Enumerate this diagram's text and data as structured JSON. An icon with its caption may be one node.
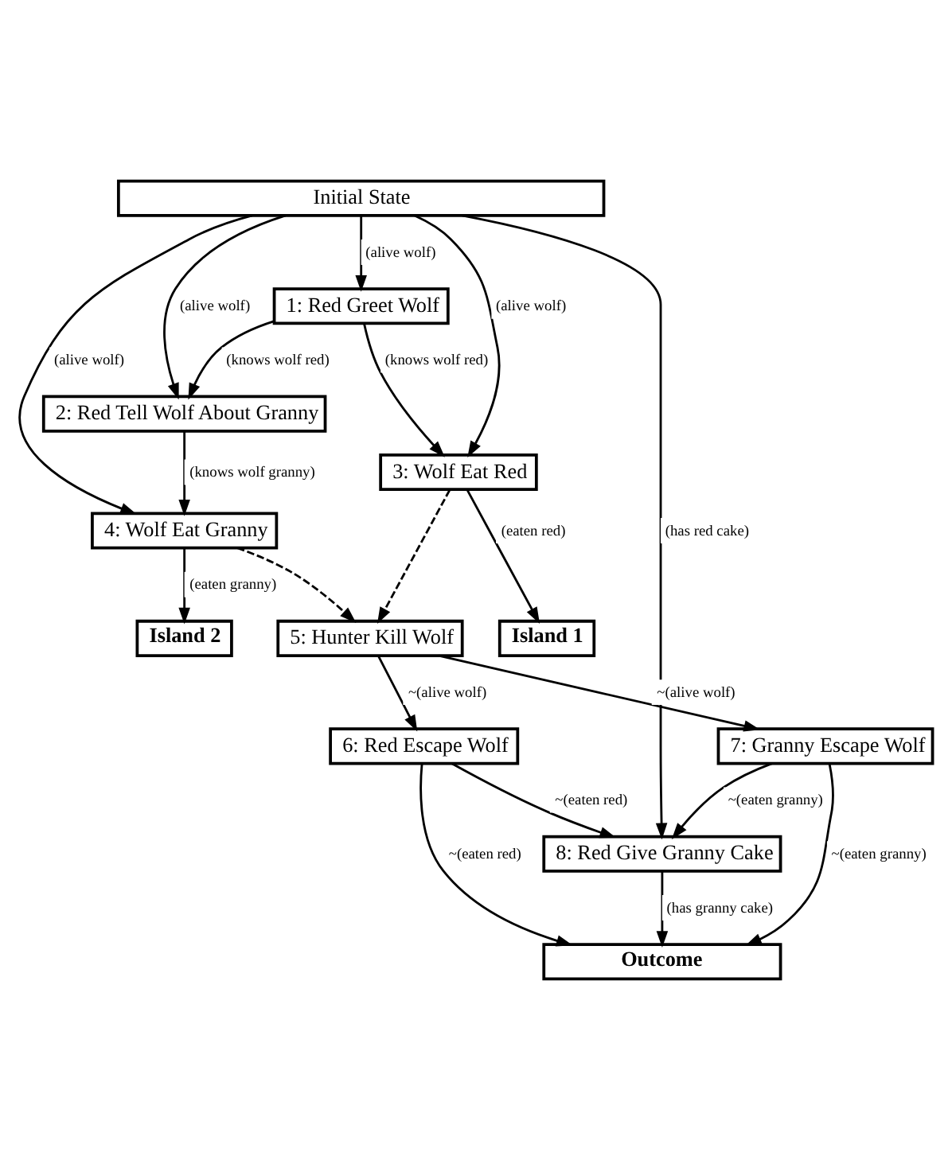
{
  "diagram": {
    "nodes": [
      {
        "text": [
          "Initial State"
        ]
      },
      {
        "text": [
          "1: Red Greet Wolf"
        ]
      },
      {
        "text": [
          "2: Red Tell Wolf About Granny"
        ]
      },
      {
        "text": [
          "3: Wolf Eat Red"
        ]
      },
      {
        "text": [
          "4: Wolf Eat Granny"
        ]
      },
      {
        "text": [
          "Island 1"
        ]
      },
      {
        "text": [
          "Island 2"
        ]
      },
      {
        "text": [
          "5: Hunter Kill Wolf"
        ]
      },
      {
        "text": [
          "6: Red Escape Wolf"
        ]
      },
      {
        "text": [
          "7: Granny Escape Wolf"
        ]
      },
      {
        "text": [
          "8: Red Give Granny Cake"
        ]
      },
      {
        "text": [
          "Outcome"
        ]
      }
    ],
    "edges": [
      {
        "from": 0,
        "to": 1,
        "arrow": "to",
        "label": "(alive wolf)"
      },
      {
        "from": 0,
        "to": 2,
        "arrow": "to",
        "label": "(alive wolf)"
      },
      {
        "from": 0,
        "to": 4,
        "arrow": "to",
        "label": "(alive wolf)"
      },
      {
        "from": 0,
        "to": 3,
        "arrow": "to",
        "label": "(alive wolf)"
      },
      {
        "from": 0,
        "to": 10,
        "arrow": "to",
        "label": "(has red cake)"
      },
      {
        "from": 1,
        "to": 2,
        "arrow": "to",
        "label": "(knows wolf red)"
      },
      {
        "from": 1,
        "to": 3,
        "arrow": "to",
        "label": "(knows wolf red)"
      },
      {
        "from": 2,
        "to": 4,
        "arrow": "to",
        "label": "(knows wolf granny)"
      },
      {
        "from": 3,
        "to": 5,
        "arrow": "to",
        "label": "(eaten red)"
      },
      {
        "from": 4,
        "to": 6,
        "arrow": "to",
        "label": "(eaten granny)"
      },
      {
        "from": 3,
        "to": 7,
        "arrow": "to",
        "style": "dashed"
      },
      {
        "from": 4,
        "to": 7,
        "arrow": "to",
        "style": "dashed"
      },
      {
        "from": 7,
        "to": 8,
        "arrow": "to",
        "label": "~(alive wolf)"
      },
      {
        "from": 7,
        "to": 9,
        "arrow": "to",
        "label": "~(alive wolf)"
      },
      {
        "from": 8,
        "to": 10,
        "arrow": "to",
        "label": "~(eaten red)"
      },
      {
        "from": 9,
        "to": 10,
        "arrow": "to",
        "label": "~(eaten granny)"
      },
      {
        "from": 8,
        "to": 11,
        "arrow": "to",
        "label": "~(eaten red)"
      },
      {
        "from": 10,
        "to": 11,
        "arrow": "to",
        "label": "(has granny cake)"
      },
      {
        "from": 9,
        "to": 11,
        "arrow": "to",
        "label": "~(eaten granny)"
      }
    ]
  }
}
